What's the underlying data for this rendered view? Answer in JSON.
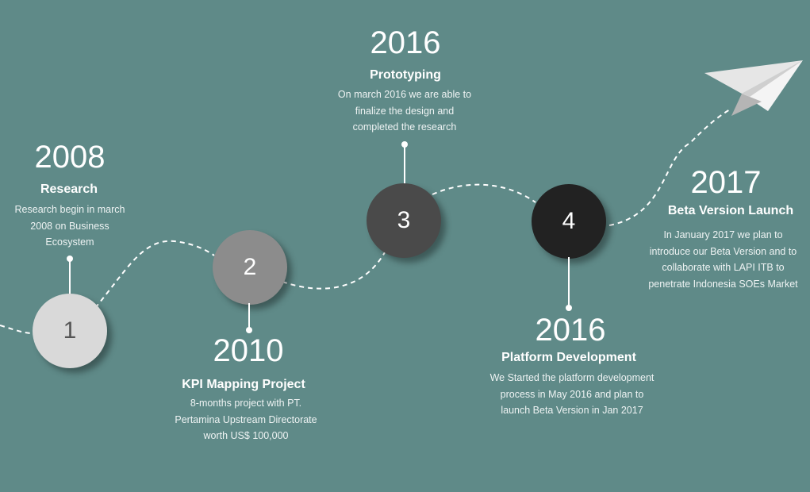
{
  "milestones": [
    {
      "number": "1",
      "year": "2008",
      "title": "Research",
      "desc": [
        "Research begin in march",
        "2008 on Business",
        "Ecosystem"
      ],
      "color": "#d9d9d9",
      "text_color": "#555555"
    },
    {
      "number": "2",
      "year": "2010",
      "title": "KPI Mapping Project",
      "desc": [
        "8-months project with PT.",
        "Pertamina Upstream Directorate",
        "worth US$ 100,000"
      ],
      "color": "#8c8c8c",
      "text_color": "#ffffff"
    },
    {
      "number": "3",
      "year": "2016",
      "title": "Prototyping",
      "desc": [
        "On march 2016 we are able to",
        "finalize the design and",
        "completed the research"
      ],
      "color": "#4a4a4a",
      "text_color": "#ffffff"
    },
    {
      "number": "4",
      "year": "2016",
      "title": "Platform Development",
      "desc": [
        "We Started the platform development",
        "process in May 2016 and plan to",
        "launch Beta Version in Jan 2017"
      ],
      "color": "#222222",
      "text_color": "#ffffff"
    },
    {
      "year": "2017",
      "title": "Beta Version Launch",
      "desc": [
        "In January 2017 we plan to",
        "introduce our Beta Version and to",
        "collaborate with LAPI ITB to",
        "penetrate Indonesia SOEs Market"
      ]
    }
  ],
  "colors": {
    "background": "#5f8a88",
    "path": "#ffffff"
  },
  "icons": {
    "end": "paper-plane-icon"
  }
}
